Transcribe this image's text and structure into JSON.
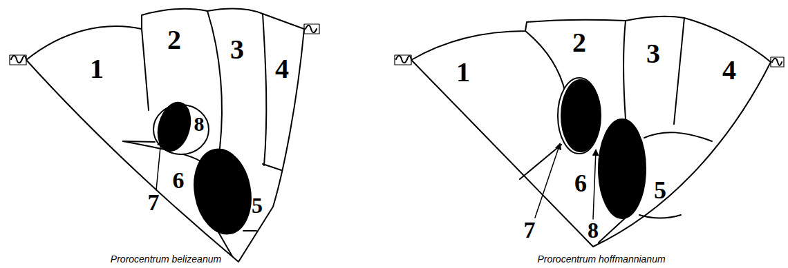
{
  "diagram": {
    "labels": [
      "1",
      "2",
      "3",
      "4",
      "8",
      "7",
      "6",
      "5",
      "1",
      "2",
      "3",
      "4",
      "7",
      "6",
      "8",
      "5",
      "Prorocentrum belizeanum",
      "Prorocentrum hoffmannianum"
    ]
  }
}
